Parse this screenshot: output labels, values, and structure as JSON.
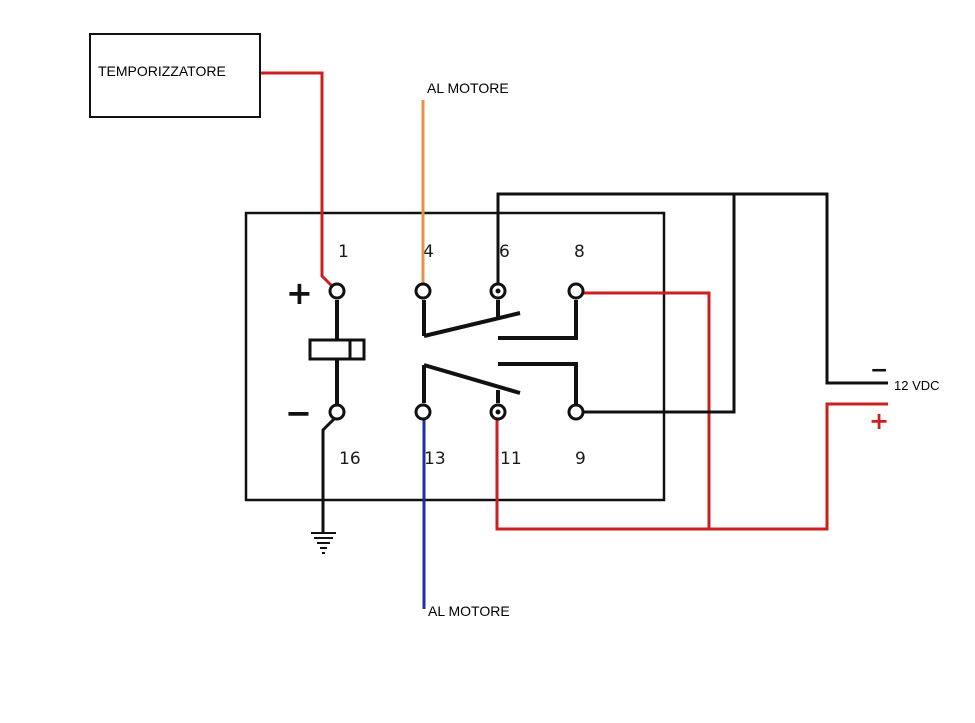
{
  "labels": {
    "timer": "TEMPORIZZATORE",
    "motor_top": "AL MOTORE",
    "motor_bottom": "AL MOTORE",
    "supply": "12 VDC",
    "coil_plus": "+",
    "coil_minus": "−",
    "supply_minus": "−",
    "supply_plus": "+"
  },
  "pins": {
    "p1": "1",
    "p4": "4",
    "p6": "6",
    "p8": "8",
    "p16": "16",
    "p13": "13",
    "p11": "11",
    "p9": "9"
  },
  "colors": {
    "wire_black": "#111111",
    "wire_red": "#cc1f1f",
    "wire_orange": "#e8904a",
    "wire_blue": "#1b2fa8"
  }
}
